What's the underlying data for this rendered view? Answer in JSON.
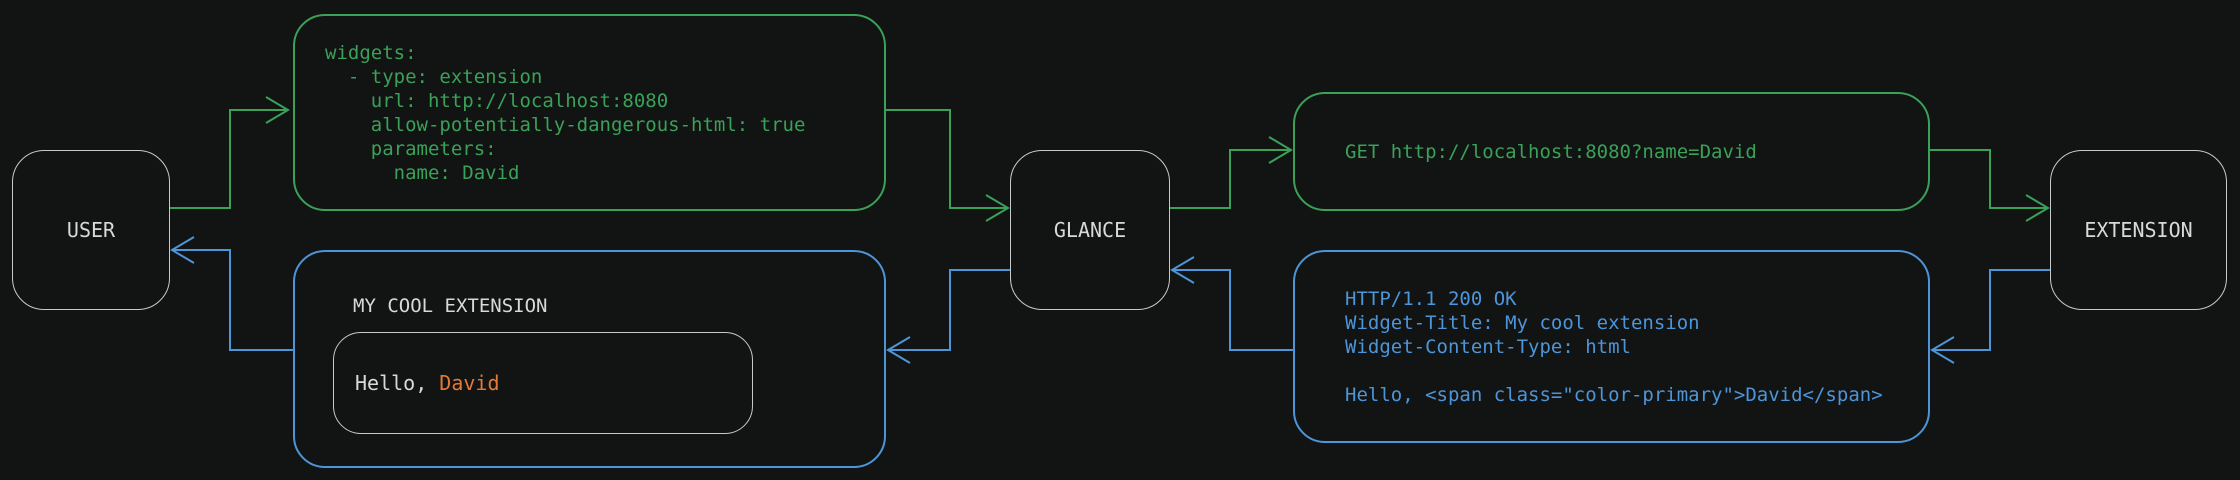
{
  "colors": {
    "background": "#121313",
    "green": "#3aa158",
    "blue": "#4d95d9",
    "orange": "#e27a36",
    "node_border": "#c9c9c9",
    "text_light": "#d9d9d9"
  },
  "nodes": {
    "user": "USER",
    "glance": "GLANCE",
    "extension": "EXTENSION"
  },
  "config_yaml": {
    "lines": [
      "widgets:",
      "  - type: extension",
      "    url: http://localhost:8080",
      "    allow-potentially-dangerous-html: true",
      "    parameters:",
      "      name: David"
    ]
  },
  "request": {
    "line": "GET http://localhost:8080?name=David"
  },
  "response": {
    "lines": [
      "HTTP/1.1 200 OK",
      "Widget-Title: My cool extension",
      "Widget-Content-Type: html",
      "",
      "Hello, <span class=\"color-primary\">David</span>"
    ]
  },
  "widget_preview": {
    "title": "MY COOL EXTENSION",
    "greeting": "Hello, ",
    "name": "David"
  }
}
